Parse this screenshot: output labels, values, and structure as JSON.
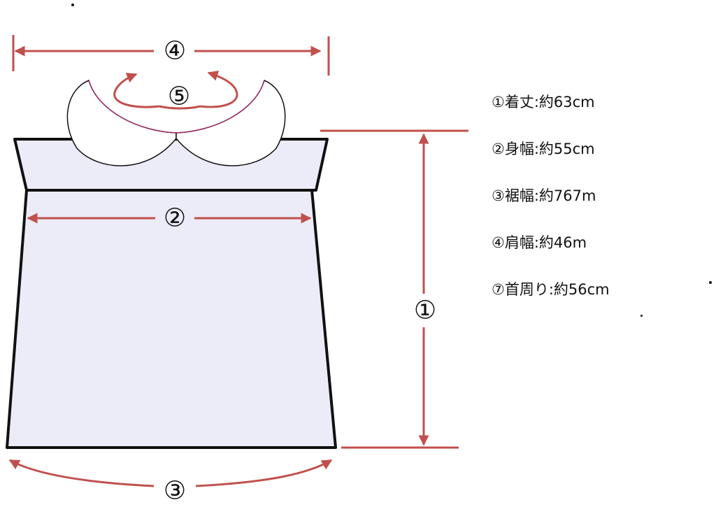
{
  "diagram": {
    "markers": {
      "length": "①",
      "body_width": "②",
      "hem_width": "③",
      "shoulder_width": "④",
      "neck": "⑤"
    }
  },
  "legend": [
    {
      "label": "①着丈:約63cm"
    },
    {
      "label": "②身幅:約55cm"
    },
    {
      "label": "③裾幅:約767m"
    },
    {
      "label": "④肩幅:約46m"
    },
    {
      "label": "⑦首周り:約56cm"
    }
  ],
  "colors": {
    "garment_fill": "#ecebf8",
    "outline": "#111111",
    "arrow": "#c0504d",
    "collar_fill": "#ffffff"
  }
}
